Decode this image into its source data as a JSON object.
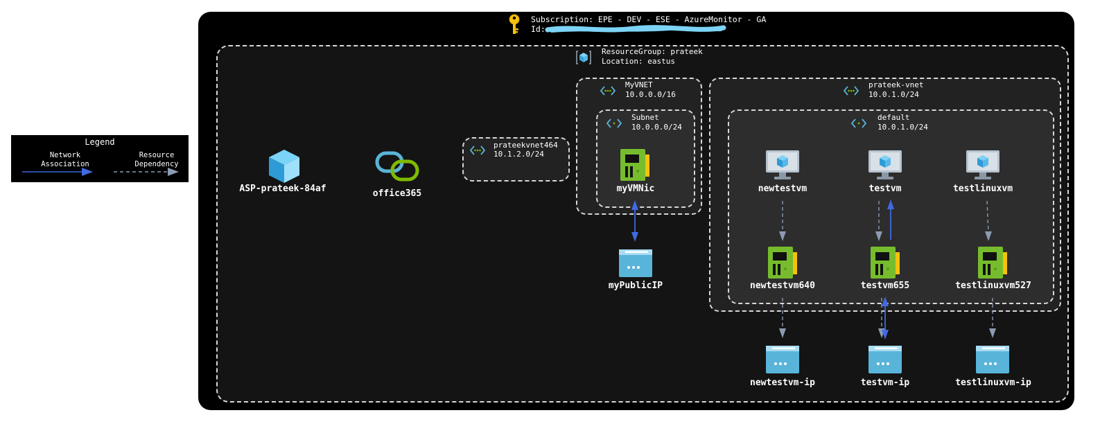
{
  "legend": {
    "title": "Legend",
    "network_association": "Network\nAssociation",
    "resource_dependency": "Resource\nDependency",
    "network_color": "#4169e1",
    "dependency_color": "#8c9bb0"
  },
  "subscription": {
    "label": "Subscription: EPE - DEV - ESE - AzureMonitor - GA",
    "id_label": "Id:",
    "icon": "key-icon"
  },
  "resource_group": {
    "name_line": "ResourceGroup: prateek",
    "location_line": "Location: eastus",
    "icon": "resource-group-icon"
  },
  "standalone": {
    "app_service_plan": "ASP-prateek-84af",
    "office365": "office365",
    "vnet_prateekvnet464": {
      "name": "prateekvnet464",
      "cidr": "10.1.2.0/24"
    }
  },
  "myvnet": {
    "name": "MyVNET",
    "cidr": "10.0.0.0/16",
    "subnet": {
      "name": "Subnet",
      "cidr": "10.0.0.0/24",
      "nic": "myVMNic"
    },
    "public_ip": "myPublicIP"
  },
  "prateek_vnet": {
    "name": "prateek-vnet",
    "cidr": "10.0.1.0/24",
    "subnet": {
      "name": "default",
      "cidr": "10.0.1.0/24",
      "vms": [
        "newtestvm",
        "testvm",
        "testlinuxvm"
      ],
      "nics": [
        "newtestvm640",
        "testvm655",
        "testlinuxvm527"
      ]
    },
    "public_ips": [
      "newtestvm-ip",
      "testvm-ip",
      "testlinuxvm-ip"
    ]
  }
}
